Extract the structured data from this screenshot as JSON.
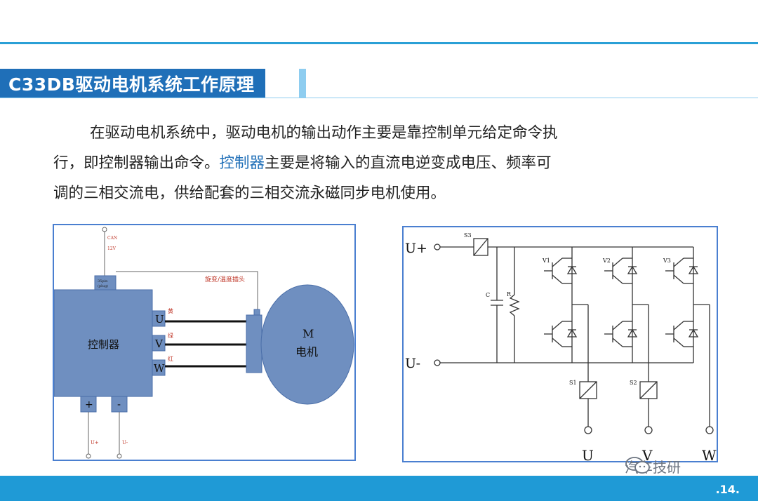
{
  "header": {
    "title": "C33DB驱动电机系统工作原理"
  },
  "body": {
    "line1": "在驱动电机系统中，驱动电机的输出动作主要是靠控制单元给定命令执",
    "line2_a": "行，即控制器输出命令。",
    "line2_highlight": "控制器",
    "line2_b": "主要是将输入的直流电逆变成电压、频率可",
    "line3": "调的三相交流电，供给配套的三相交流永磁同步电机使用。"
  },
  "left_diagram": {
    "can_label": "CAN",
    "v12_label": "12V",
    "connector_label_1": "35pin",
    "connector_label_2": "(plug)",
    "controller_label": "控制器",
    "phase_u": "U",
    "phase_v": "V",
    "phase_w": "W",
    "color_yellow": "黄",
    "color_green": "绿",
    "color_red": "红",
    "resolver_label": "旋变/温度插头",
    "motor_m": "M",
    "motor_label": "电机",
    "plus_label": "+",
    "minus_label": "-",
    "uplus_label": "U+",
    "uminus_label": "U-"
  },
  "right_diagram": {
    "uplus": "U+",
    "uminus": "U-",
    "s3": "S3",
    "c": "C",
    "r": "R",
    "v1": "V1",
    "v2": "V2",
    "v3": "V3",
    "s1": "S1",
    "s2": "S2",
    "out_u": "U",
    "out_v": "V",
    "out_w": "W"
  },
  "watermark": "汽车技研",
  "footer": {
    "page": ".14."
  },
  "colors": {
    "accent": "#1f6fb8",
    "controller_fill": "#6f8fc0",
    "frame": "#4a7fd0",
    "footer": "#1f9ad6"
  }
}
